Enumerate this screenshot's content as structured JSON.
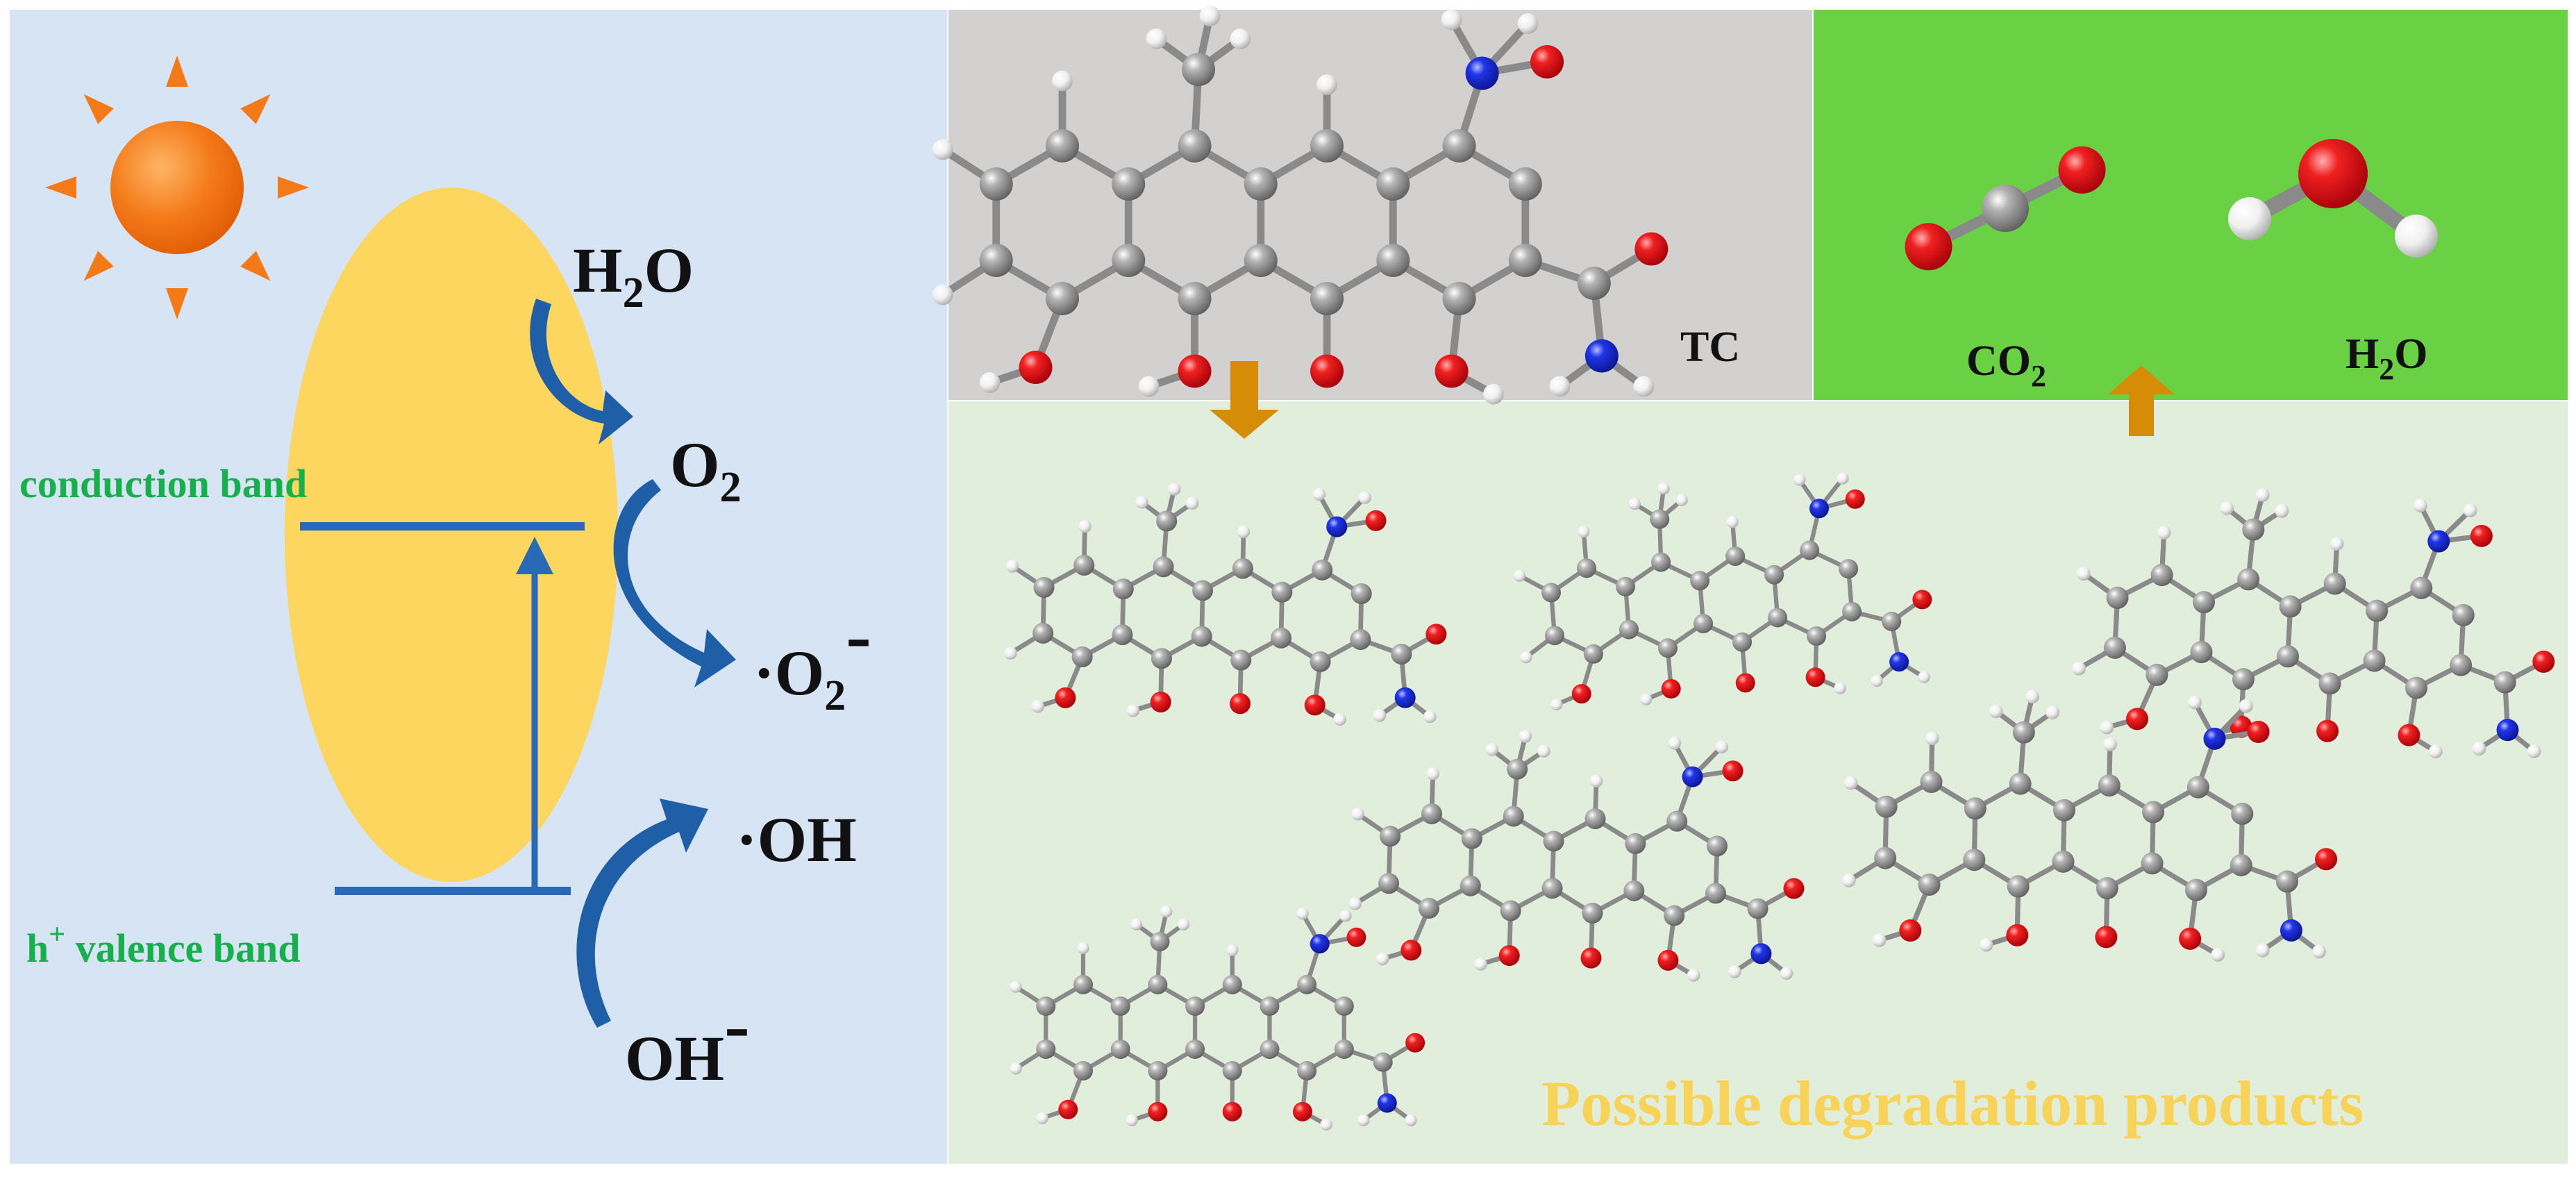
{
  "band_diagram": {
    "conduction_band_label": "conduction band",
    "valence_band_prefix": "h",
    "valence_band_superscript": "+",
    "valence_band_label": " valence band"
  },
  "species": {
    "water": {
      "main": "H",
      "sub": "2",
      "tail": "O"
    },
    "oxygen": {
      "main": "O",
      "sub": "2"
    },
    "superoxide": {
      "dot": "·",
      "main": "O",
      "sub": "2",
      "sup": "-"
    },
    "hydroxyl_radical": {
      "text": "·OH"
    },
    "hydroxide": {
      "main": "OH",
      "sup": "-"
    }
  },
  "molecules": {
    "tc_label": "TC",
    "co2": {
      "main": "CO",
      "sub": "2"
    },
    "h2o": {
      "main": "H",
      "sub": "2",
      "tail": "O"
    }
  },
  "degradation_label": "Possible degradation products",
  "colors": {
    "left_bg": "#d6e4f4",
    "tc_bg": "#d3d0d0",
    "product_bg": "#6bd144",
    "degradation_bg": "#e0eedb",
    "ellipse": "#fcd65e",
    "band_line": "#2869b8",
    "curved_arrow": "#1f5fa8",
    "band_text": "#18b04c",
    "degradation_text": "#f8d35a",
    "down_arrow": "#d68c06",
    "atom_carbon": "#7d7d7d",
    "atom_oxygen": "#e8141c",
    "atom_nitrogen": "#1a2ee0",
    "atom_hydrogen": "#eeeeee",
    "sun": "#f47a18"
  }
}
